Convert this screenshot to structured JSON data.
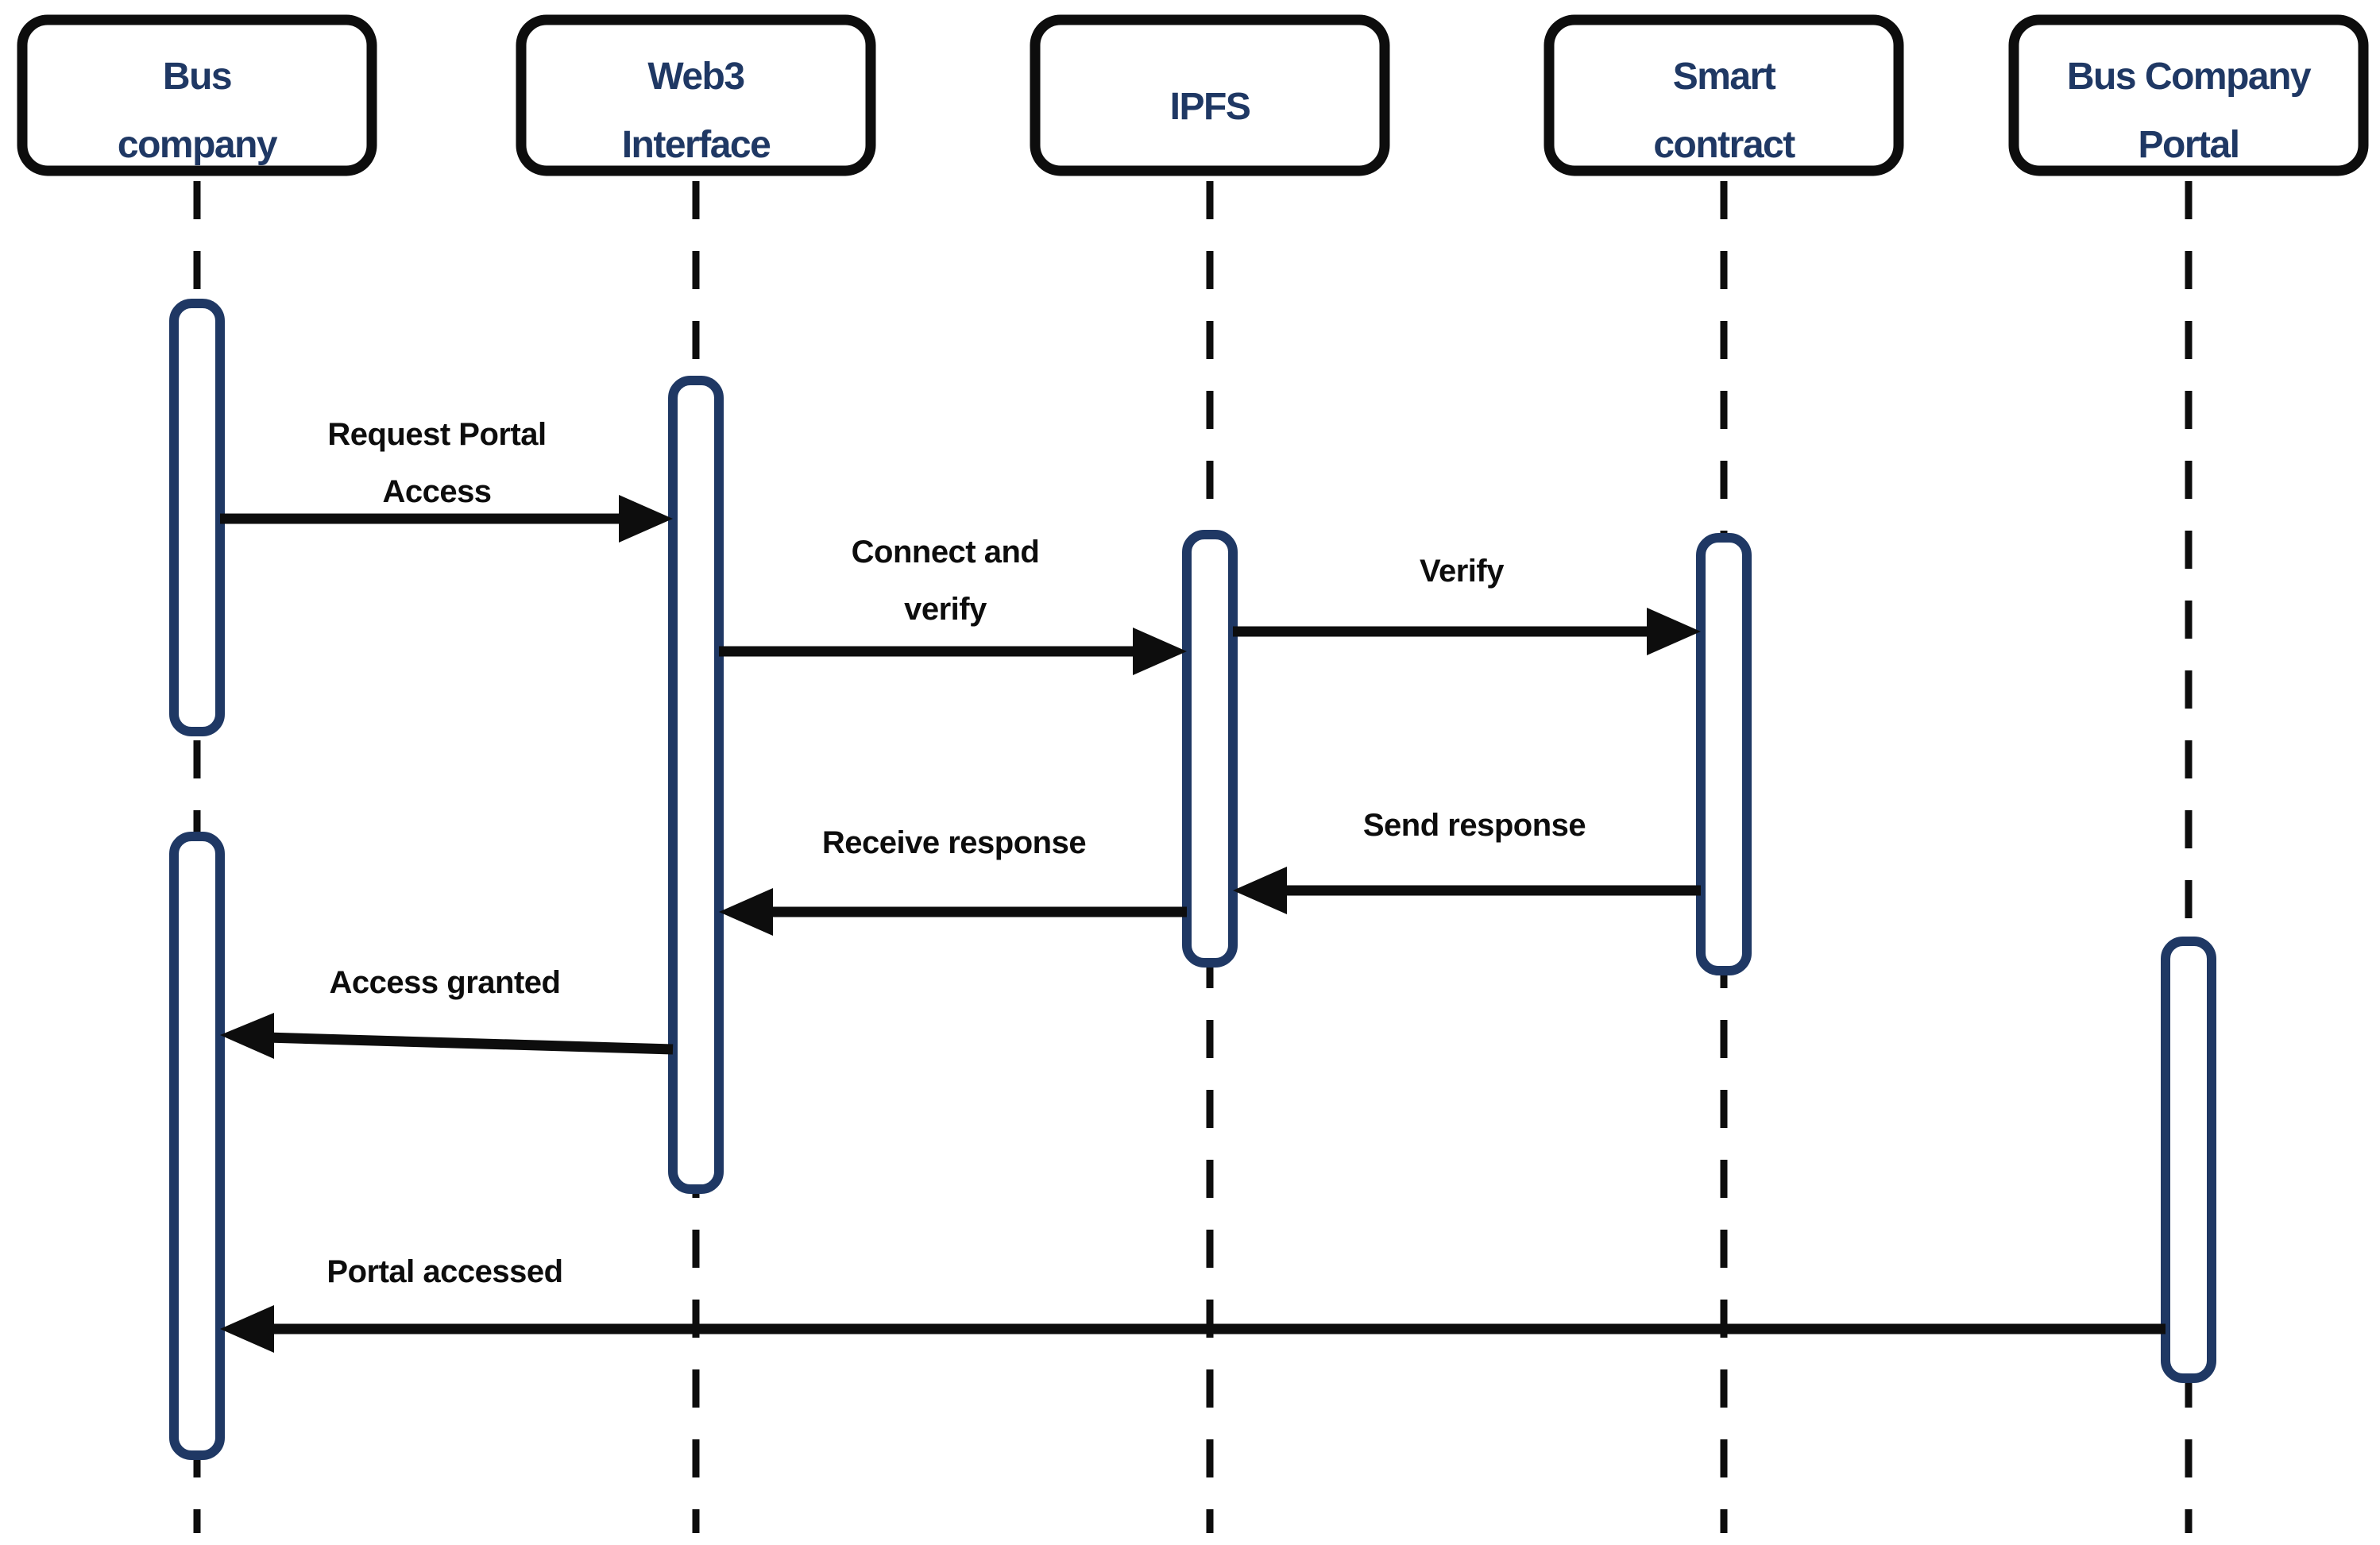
{
  "diagram": {
    "type": "uml-sequence-diagram",
    "background": "#ffffff",
    "colors": {
      "actor_text": "#1f3864",
      "actor_box_border": "#0d0d0d",
      "activation_border": "#1f3864",
      "activation_fill": "#ffffff",
      "message_line": "#0d0d0d",
      "message_text": "#0d0d0d"
    },
    "actors": [
      {
        "name": "Bus company",
        "line1": "Bus",
        "line2": "company"
      },
      {
        "name": "Web3 Interface",
        "line1": "Web3",
        "line2": "Interface"
      },
      {
        "name": "IPFS",
        "line1": "IPFS"
      },
      {
        "name": "Smart contract",
        "line1": "Smart",
        "line2": "contract"
      },
      {
        "name": "Bus Company Portal",
        "line1": "Bus Company",
        "line2": "Portal"
      }
    ],
    "messages": [
      {
        "from": "Bus company",
        "to": "Web3 Interface",
        "label": "Request Portal Access",
        "line1": "Request Portal",
        "line2": "Access"
      },
      {
        "from": "Web3 Interface",
        "to": "IPFS",
        "label": "Connect and verify",
        "line1": "Connect and",
        "line2": "verify"
      },
      {
        "from": "IPFS",
        "to": "Smart contract",
        "label": "Verify",
        "line1": "Verify"
      },
      {
        "from": "Smart contract",
        "to": "IPFS",
        "label": "Send response",
        "line1": "Send response"
      },
      {
        "from": "IPFS",
        "to": "Web3 Interface",
        "label": "Receive response",
        "line1": "Receive response"
      },
      {
        "from": "Web3 Interface",
        "to": "Bus company",
        "label": "Access granted",
        "line1": "Access granted"
      },
      {
        "from": "Bus Company Portal",
        "to": "Bus company",
        "label": "Portal accessed",
        "line1": "Portal accessed"
      }
    ]
  }
}
